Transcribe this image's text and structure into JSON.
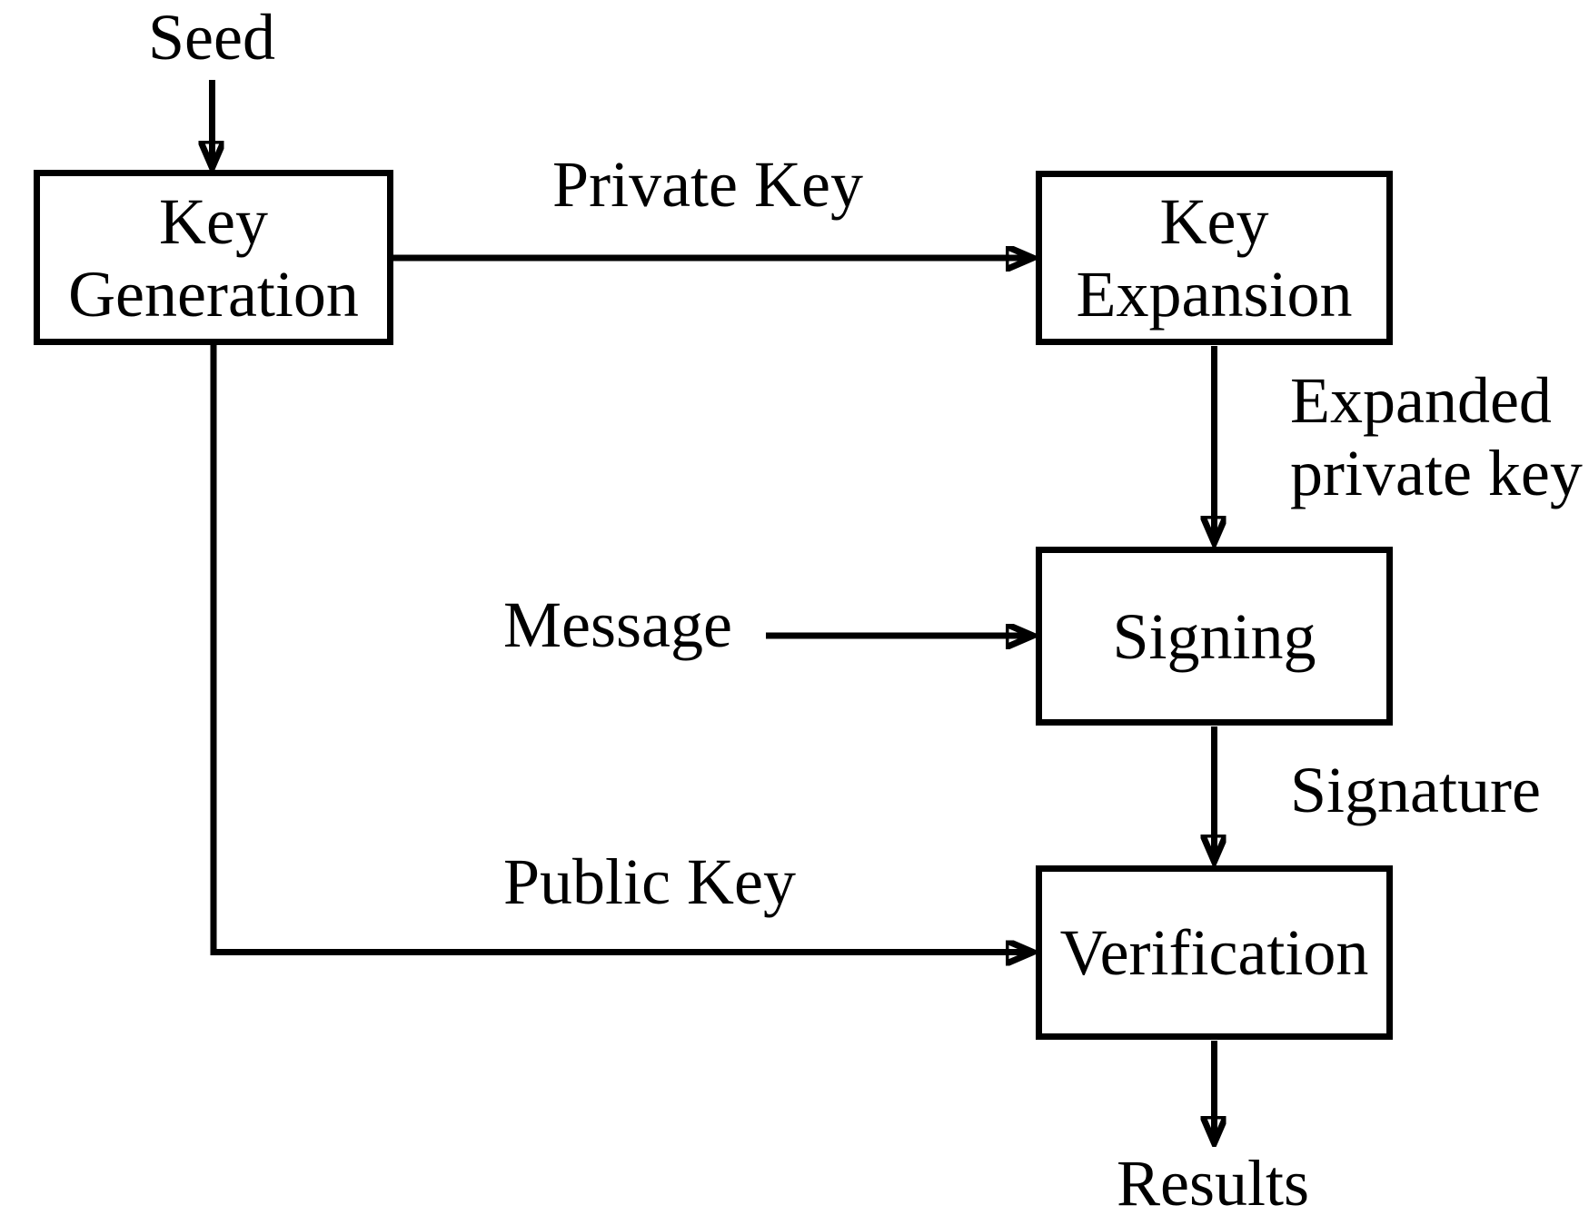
{
  "nodes": {
    "key_generation": "Key\nGeneration",
    "key_expansion": "Key\nExpansion",
    "signing": "Signing",
    "verification": "Verification"
  },
  "labels": {
    "seed": "Seed",
    "private_key": "Private Key",
    "expanded_private_key": "Expanded\nprivate key",
    "message": "Message",
    "signature": "Signature",
    "public_key": "Public Key",
    "results": "Results"
  },
  "edges": [
    {
      "from": "Seed",
      "to": "Key Generation",
      "label": ""
    },
    {
      "from": "Key Generation",
      "to": "Key Expansion",
      "label": "Private Key"
    },
    {
      "from": "Key Expansion",
      "to": "Signing",
      "label": "Expanded private key"
    },
    {
      "from": "Message",
      "to": "Signing",
      "label": ""
    },
    {
      "from": "Signing",
      "to": "Verification",
      "label": "Signature"
    },
    {
      "from": "Key Generation",
      "to": "Verification",
      "label": "Public Key"
    },
    {
      "from": "Verification",
      "to": "Results",
      "label": ""
    }
  ],
  "colors": {
    "line": "#000000",
    "text": "#000000",
    "background": "#ffffff"
  }
}
